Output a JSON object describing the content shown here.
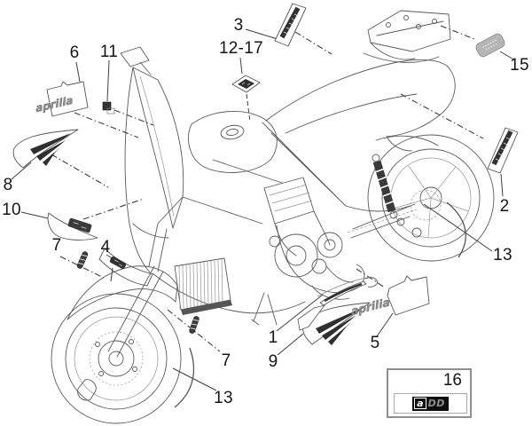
{
  "diagram": {
    "kind": "motorcycle decal placement exploded diagram",
    "brand_decal_text": "aprilia"
  },
  "callouts": [
    {
      "id": "6"
    },
    {
      "id": "11"
    },
    {
      "id": "3"
    },
    {
      "id": "12-17"
    },
    {
      "id": "15"
    },
    {
      "id": "2"
    },
    {
      "id": "13"
    },
    {
      "id": "8"
    },
    {
      "id": "10"
    },
    {
      "id": "7"
    },
    {
      "id": "4"
    },
    {
      "id": "1"
    },
    {
      "id": "9"
    },
    {
      "id": "5"
    },
    {
      "id": "7"
    },
    {
      "id": "13"
    }
  ],
  "legend_box": {
    "number": "16",
    "logo_a": "a",
    "logo_dd": "DD"
  },
  "colors": {
    "background": "#ffffff",
    "line_art": "#5a5a5a",
    "labels": "#161616",
    "decal_dark": "#2f2f2f",
    "decal_gray": "#b6b6b6"
  }
}
